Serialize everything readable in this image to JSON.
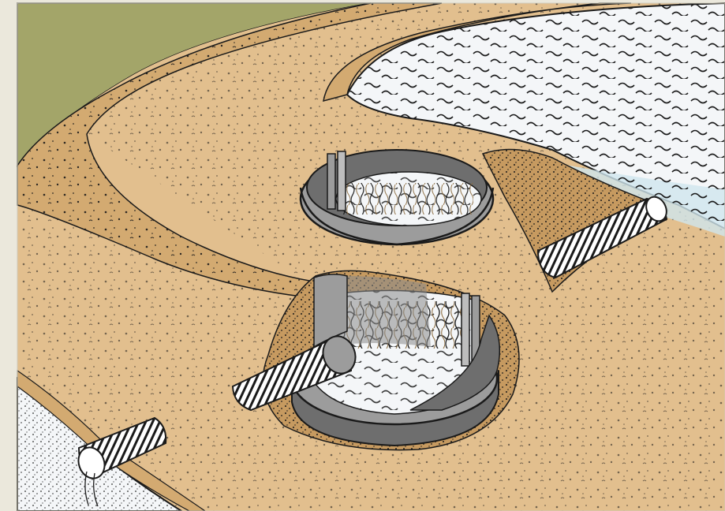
{
  "illustration": {
    "colors": {
      "frame": "#ebe8dc",
      "grass": "#a3a569",
      "soil": "#e2bf8e",
      "gravel": "#d3aa71",
      "water": "#f4f6f8",
      "water_tint": "#cfe6ee",
      "structure": "#6e6e6e",
      "structure_light": "#9c9c9c",
      "ink": "#1a1a1a"
    },
    "elements": {
      "pond": "pond-water",
      "stream": "stream-water",
      "control_structure_above": "weir-structure-open",
      "control_structure_installed": "weir-structure-installed",
      "outlet_pipe_pond": "corrugated-pipe-pond-outlet",
      "inlet_pipe_structure": "corrugated-pipe-structure-inlet",
      "outlet_pipe_stream": "corrugated-pipe-stream-outlet"
    }
  }
}
